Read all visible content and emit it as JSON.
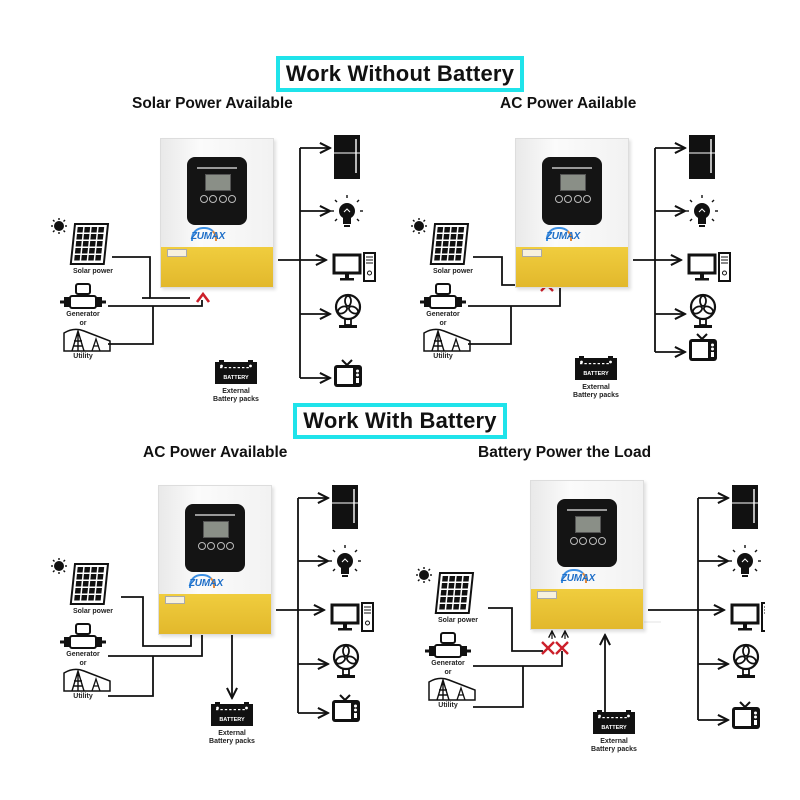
{
  "sections": [
    {
      "title": "Work Without Battery",
      "panels": [
        {
          "subtitle": "Solar Power Available",
          "status": [
            "grid-input-blocked"
          ],
          "battery_connection": "none"
        },
        {
          "subtitle": "AC Power Aailable",
          "status": [
            "solar-input-blocked"
          ],
          "battery_connection": "none"
        }
      ]
    },
    {
      "title": "Work With Battery",
      "panels": [
        {
          "subtitle": "AC Power Available",
          "status": [],
          "battery_connection": "charging"
        },
        {
          "subtitle": "Battery Power the Load",
          "status": [
            "solar-input-blocked",
            "grid-input-blocked"
          ],
          "battery_connection": "discharging"
        }
      ]
    }
  ],
  "labels": {
    "solar": "Solar power",
    "generator": "Generator",
    "or": "or",
    "utility": "Utility",
    "battery_text": "BATTERY",
    "battery_caption_1": "External",
    "battery_caption_2": "Battery packs",
    "brand": "ZUMAX"
  },
  "loads": [
    "refrigerator",
    "light-bulb",
    "computer",
    "fan",
    "television"
  ],
  "colors": {
    "title_border": "#1fe3ea",
    "cross_mark": "#cc1f2a",
    "inverter_band": "#eac43a",
    "line": "#111111"
  }
}
